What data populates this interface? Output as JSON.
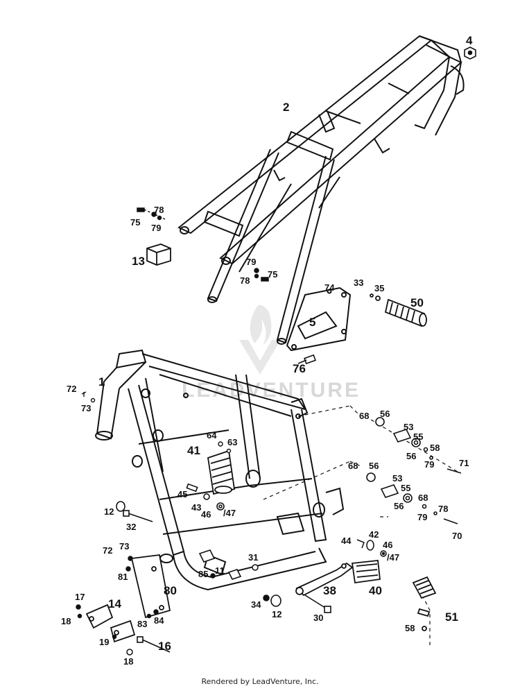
{
  "watermark": "LEADVENTURE",
  "footer": "Rendered by LeadVenture, Inc.",
  "colors": {
    "ink": "#111111",
    "watermark": "#d8d8d8"
  },
  "labels": {
    "p1": "1",
    "p2": "2",
    "p4": "4",
    "p5": "5",
    "p11": "11",
    "p12a": "12",
    "p12b": "12",
    "p13": "13",
    "p14": "14",
    "p16": "16",
    "p17": "17",
    "p18a": "18",
    "p18b": "18",
    "p19": "19",
    "p30": "30",
    "p31": "31",
    "p32": "32",
    "p33": "33",
    "p34": "34",
    "p35": "35",
    "p38": "38",
    "p40": "40",
    "p41": "41",
    "p42": "42",
    "p43": "43",
    "p44": "44",
    "p45": "45",
    "p46a": "46",
    "p47a": "/47",
    "p46b": "46",
    "p47b": "/47",
    "p50": "50",
    "p51": "51",
    "p53a": "53",
    "p53b": "53",
    "p55a": "55",
    "p55b": "55",
    "p56a": "56",
    "p56b": "56",
    "p56c": "56",
    "p56d": "56",
    "p58a": "58",
    "p58b": "58",
    "p63": "63",
    "p64": "64",
    "p68a": "68",
    "p68b": "68",
    "p68c": "68",
    "p70": "70",
    "p71": "71",
    "p72a": "72",
    "p72b": "72",
    "p73a": "73",
    "p73b": "73",
    "p74": "74",
    "p75a": "75",
    "p75b": "75",
    "p76": "76",
    "p78a": "78",
    "p78b": "78",
    "p78c": "78",
    "p79a": "79",
    "p79b": "79",
    "p79c": "79",
    "p79d": "79",
    "p80": "80",
    "p81": "81",
    "p83": "83",
    "p84": "84",
    "p85": "85"
  }
}
